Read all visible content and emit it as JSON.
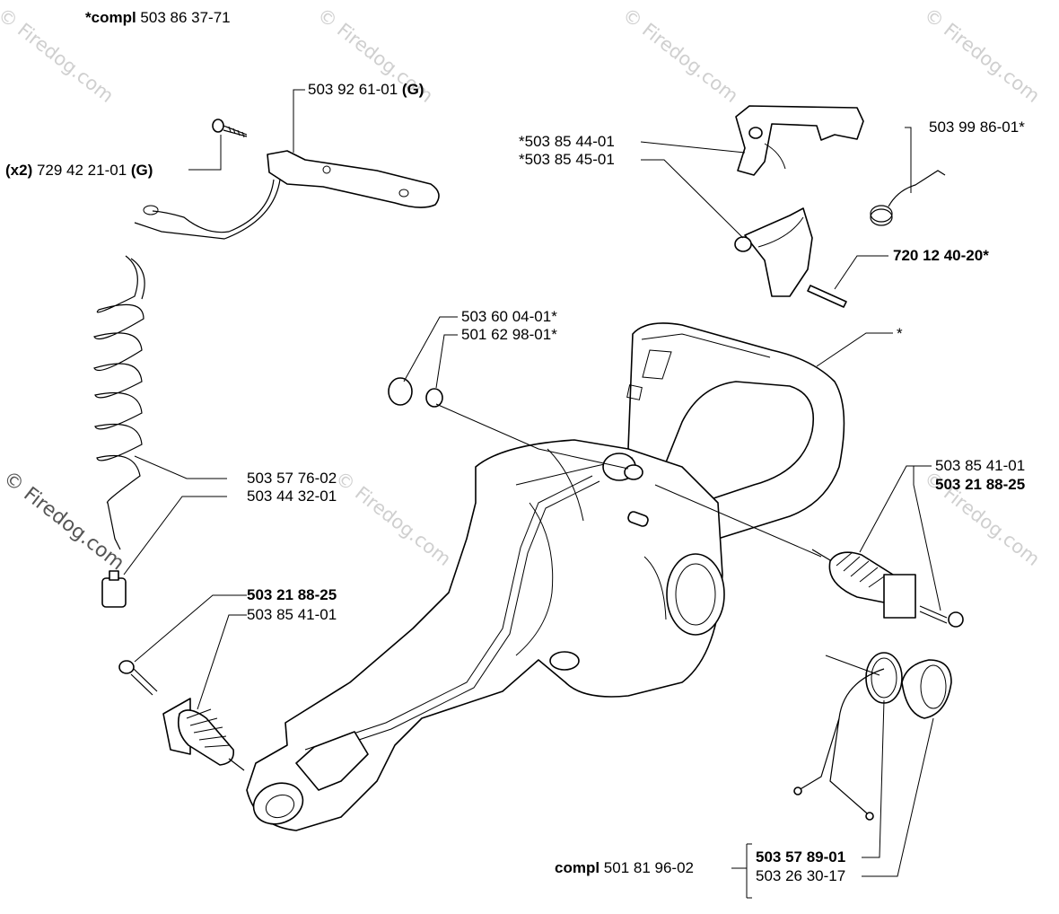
{
  "watermarks": [
    "© Firedog.com",
    "© Firedog.com",
    "© Firedog.com",
    "© Firedog.com",
    "© Firedog.com",
    "© Firedog.com",
    "© Firedog.com"
  ],
  "labels": {
    "compl_top": {
      "bold": "*compl",
      "text": " 503 86 37-71"
    },
    "handle_plate": {
      "text": "503 92 61-01 ",
      "bold": "(G)"
    },
    "screw_x2": {
      "bold_pre": "(x2)",
      "text": " 729 42 21-01 ",
      "bold": "(G)"
    },
    "throttle_1": {
      "text": "*503 85 44-01"
    },
    "throttle_2": {
      "text": "*503 85 45-01"
    },
    "spring_top": {
      "text": "503 99 86-01*"
    },
    "pin": {
      "bold": "720 12 40-20*"
    },
    "filter_1": {
      "text": "503 60 04-01*"
    },
    "filter_2": {
      "text": "501 62 98-01*"
    },
    "tank_star": {
      "text": "*"
    },
    "hose": {
      "text": "503 57 76-02"
    },
    "fuel_filter": {
      "text": "503 44 32-01"
    },
    "av_right_1": {
      "text": "503 85 41-01"
    },
    "av_right_2": {
      "bold": "503 21 88-25"
    },
    "av_left_1": {
      "bold": "503 21 88-25"
    },
    "av_left_2": {
      "text": "503 85 41-01"
    },
    "cap_1": {
      "bold": "503 57 89-01"
    },
    "cap_compl": {
      "bold": "compl",
      "text": " 501 81 96-02"
    },
    "cap_2": {
      "text": "503 26 30-17"
    }
  }
}
